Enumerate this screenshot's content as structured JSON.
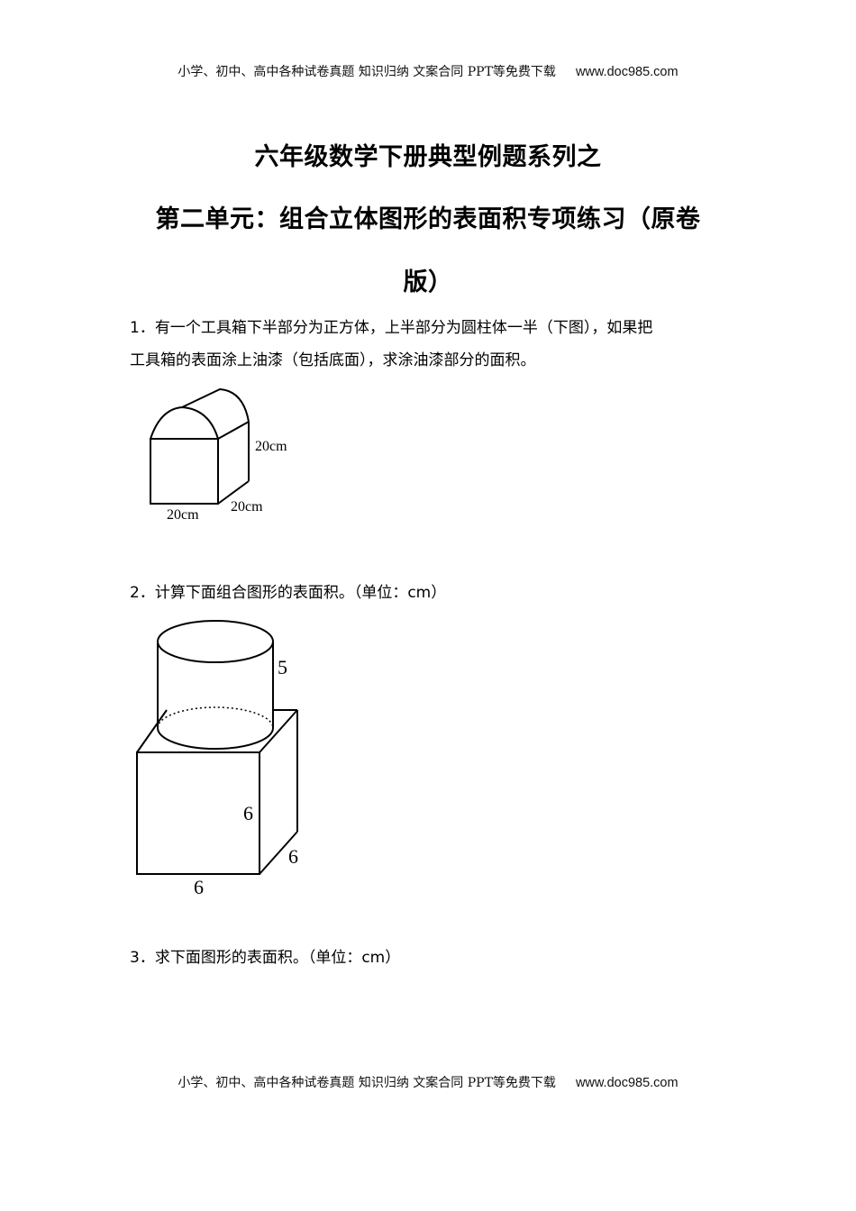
{
  "header": {
    "text": "小学、初中、高中各种试卷真题 知识归纳 文案合同 PPT等免费下载",
    "url": "www.doc985.com"
  },
  "title": {
    "line1": "六年级数学下册典型例题系列之",
    "line2": "第二单元：组合立体图形的表面积专项练习（原卷",
    "line3": "版）"
  },
  "questions": [
    {
      "line1": "1．有一个工具箱下半部分为正方体，上半部分为圆柱体一半（下图），如果把",
      "line2": "工具箱的表面涂上油漆（包括底面），求涂油漆部分的面积。",
      "figure": {
        "height_label": "20cm",
        "width_label": "20cm",
        "depth_label": "20cm"
      }
    },
    {
      "line1": "2．计算下面组合图形的表面积。（单位：cm）",
      "figure": {
        "cylinder_height_label": "5",
        "cube_height_label": "6",
        "cube_depth_label": "6",
        "cube_width_label": "6"
      }
    },
    {
      "line1": "3．求下面图形的表面积。（单位：cm）"
    }
  ],
  "footer": {
    "text": "小学、初中、高中各种试卷真题 知识归纳 文案合同 PPT等免费下载",
    "url": "www.doc985.com"
  }
}
